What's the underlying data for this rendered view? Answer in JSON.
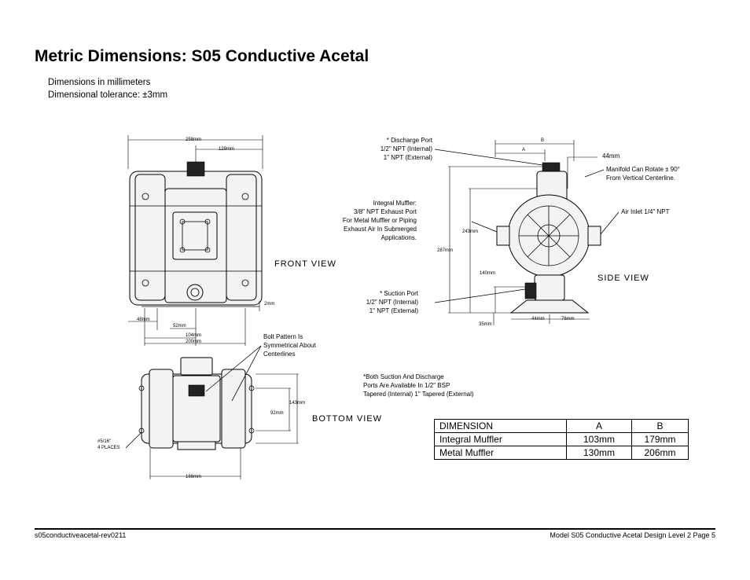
{
  "page": {
    "title": "Metric Dimensions: S05 Conductive Acetal",
    "notes": [
      "Dimensions in millimeters",
      "Dimensional tolerance: ±3mm"
    ]
  },
  "front_view": {
    "label": "FRONT  VIEW",
    "dims": [
      "258mm",
      "129mm",
      "2mm",
      "48mm",
      "52mm",
      "104mm",
      "200mm"
    ]
  },
  "side_view": {
    "label": "SIDE  VIEW",
    "dims": [
      "B",
      "A",
      "44mm",
      "243mm",
      "287mm",
      "140mm",
      "35mm",
      "44mm",
      "76mm"
    ],
    "discharge_port": [
      "* Discharge Port",
      "1/2\" NPT (Internal)",
      "1\" NPT (External)"
    ],
    "integral_muffler": [
      "Integral Muffler:",
      "3/8\" NPT Exhaust Port",
      "For Metal Muffler or Piping",
      "Exhaust Air In Submerged",
      "Applications."
    ],
    "suction_port": [
      "* Suction Port",
      "1/2\" NPT (Internal)",
      "1\" NPT (External)"
    ],
    "manifold_note": [
      "Manifold Can Rotate ± 90°",
      "From Vertical Centerline."
    ],
    "air_inlet": "Air Inlet 1/4\" NPT"
  },
  "bottom_view": {
    "label": "BOTTOM  VIEW",
    "dims": [
      "143mm",
      "92mm",
      "166mm"
    ],
    "hole_note": [
      "#5/16\"",
      "4  PLACES"
    ],
    "bolt_note": [
      "Bolt Pattern Is",
      "Symmetrical About",
      "Centerlines"
    ]
  },
  "bsp_note": [
    "*Both Suction And Discharge",
    "Ports Are Available In 1/2\" BSP",
    "Tapered (Internal) 1\" Tapered (External)"
  ],
  "table": {
    "headers": [
      "DIMENSION",
      "A",
      "B"
    ],
    "rows": [
      [
        "Integral Muffler",
        "103mm",
        "179mm"
      ],
      [
        "Metal Muffler",
        "130mm",
        "206mm"
      ]
    ]
  },
  "footer": {
    "left": "s05conductiveacetal-rev0211",
    "right": "Model S05 Conductive Acetal Design Level 2   Page 5"
  }
}
